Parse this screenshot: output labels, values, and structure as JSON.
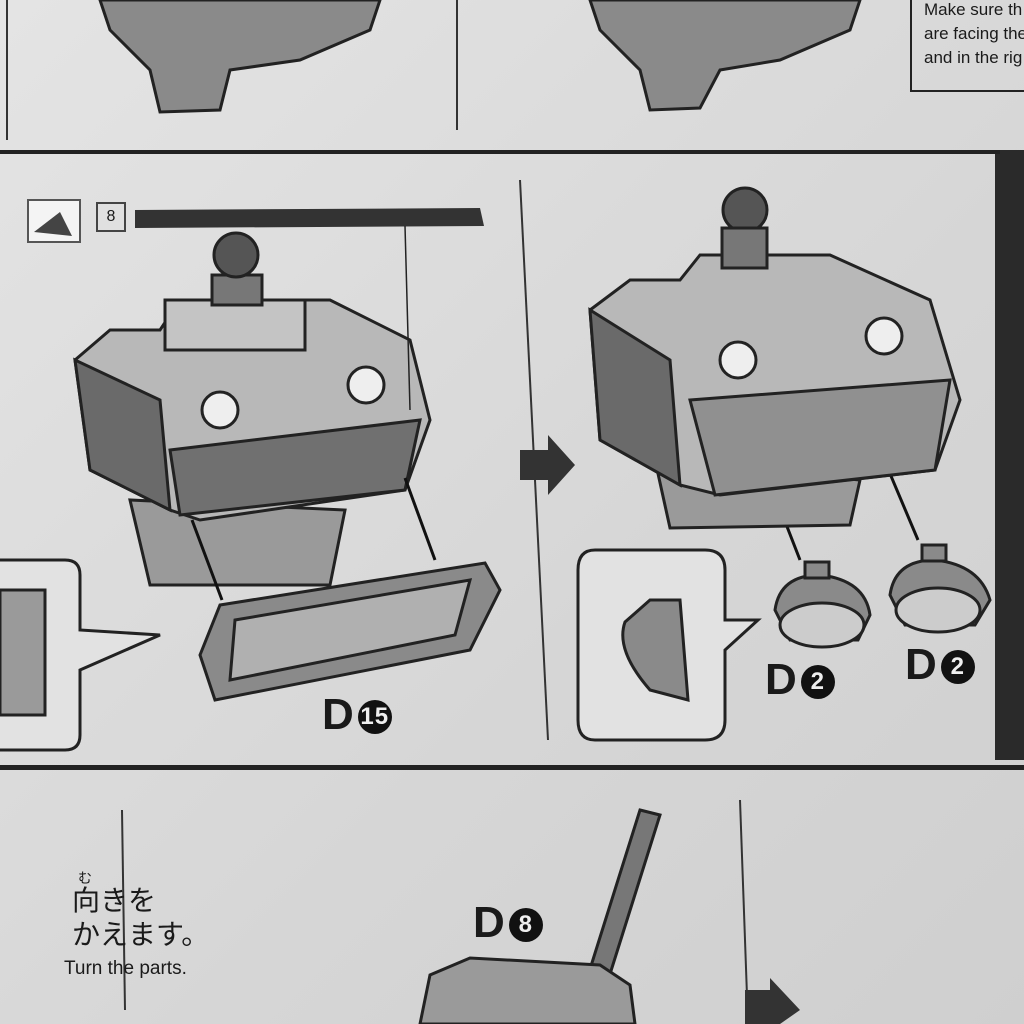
{
  "top_note": {
    "lines": [
      "Make sure th",
      "are facing the",
      "and in the rig"
    ]
  },
  "step": {
    "sticker_number": "8",
    "part_labels": [
      {
        "letter": "D",
        "number": "15"
      },
      {
        "letter": "D",
        "number": "2"
      },
      {
        "letter": "D",
        "number": "2"
      }
    ]
  },
  "bottom": {
    "ruby": "む",
    "jp_line1": "向きを",
    "jp_line2": "かえます。",
    "en_caption": "Turn the parts.",
    "part_label": {
      "letter": "D",
      "number": "8"
    }
  }
}
